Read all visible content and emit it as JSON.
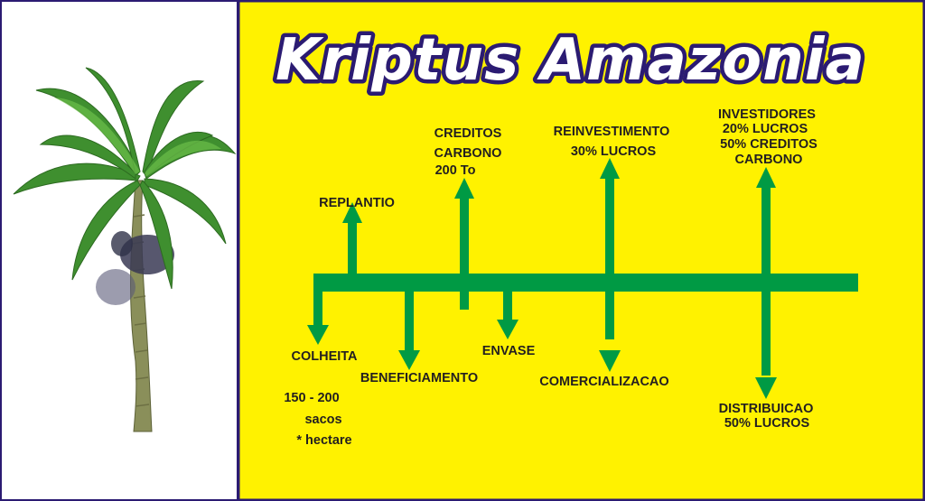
{
  "title": "Kriptus Amazonia",
  "colors": {
    "background": "#fff200",
    "arrows": "#009a44",
    "border": "#2b1b72",
    "text": "#231f20"
  },
  "up_labels": {
    "replantio": "REPLANTIO",
    "creditos": [
      "CREDITOS",
      "CARBONO",
      "200 To"
    ],
    "reinvestimento": [
      "REINVESTIMENTO",
      "30% LUCROS"
    ],
    "investidores": [
      "INVESTIDORES",
      "20% LUCROS",
      "50% CREDITOS",
      "CARBONO"
    ]
  },
  "down_labels": {
    "colheita": "COLHEITA",
    "colheita_detail": [
      "150 - 200",
      "sacos",
      "* hectare"
    ],
    "beneficiamento": "BENEFICIAMENTO",
    "envase": "ENVASE",
    "comercializacao": "COMERCIALIZACAO",
    "distribuicao": [
      "DISTRIBUICAO",
      "50% LUCROS"
    ]
  }
}
